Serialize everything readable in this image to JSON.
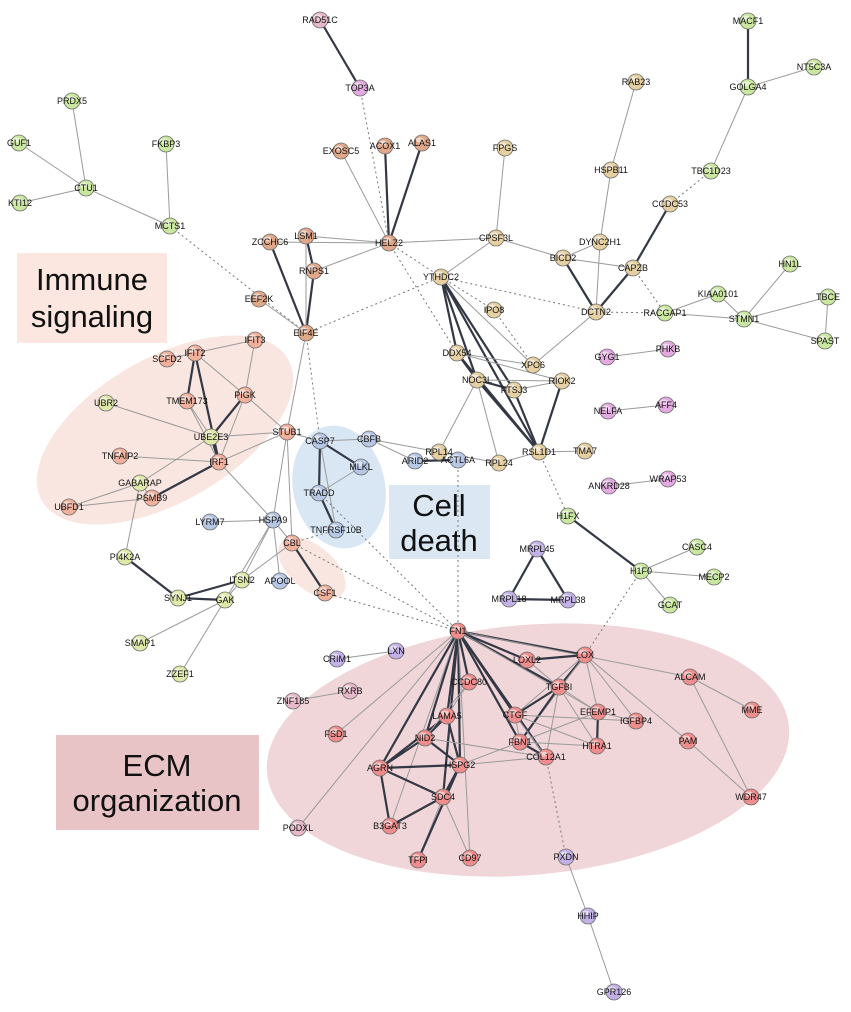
{
  "regions": [
    {
      "id": "immune",
      "label_lines": [
        "Immune",
        "signaling"
      ],
      "label_bg": "#fbe6e0",
      "area_color": "#f7dcd3"
    },
    {
      "id": "celldeath",
      "label_lines": [
        "Cell",
        "death"
      ],
      "label_bg": "#dbe8f4",
      "area_color": "#d2e3f3"
    },
    {
      "id": "ecm",
      "label_lines": [
        "ECM",
        "organization"
      ],
      "label_bg": "#e9c4c6",
      "area_color": "#edcfd2"
    }
  ],
  "colors": {
    "brown": "#e0a889",
    "tan": "#e6cfa0",
    "green": "#c9e79f",
    "lime": "#dfe8a8",
    "pink": "#e7b8c9",
    "magenta": "#e3a9e0",
    "blue": "#b6c7e6",
    "red": "#ef8c8c",
    "purple": "#c2b0e6",
    "salmon": "#f0b09c",
    "edge": "#333844",
    "edge_light": "#9a9a9a"
  },
  "nodes": [
    {
      "id": "RAD51C",
      "c": "pink"
    },
    {
      "id": "TOP3A",
      "c": "magenta"
    },
    {
      "id": "PRDX5",
      "c": "green"
    },
    {
      "id": "GUF1",
      "c": "green"
    },
    {
      "id": "FKBP3",
      "c": "green"
    },
    {
      "id": "CTU1",
      "c": "green"
    },
    {
      "id": "KTI12",
      "c": "green"
    },
    {
      "id": "MCTS1",
      "c": "green"
    },
    {
      "id": "EXOSC5",
      "c": "brown"
    },
    {
      "id": "ACOX1",
      "c": "brown"
    },
    {
      "id": "ALAS1",
      "c": "brown"
    },
    {
      "id": "FPGS",
      "c": "tan"
    },
    {
      "id": "ZCCHC6",
      "c": "brown"
    },
    {
      "id": "LSM1",
      "c": "brown"
    },
    {
      "id": "HELZ2",
      "c": "brown"
    },
    {
      "id": "RNPS1",
      "c": "brown"
    },
    {
      "id": "CPSF3L",
      "c": "tan"
    },
    {
      "id": "EEF2K",
      "c": "brown"
    },
    {
      "id": "EIF4E",
      "c": "brown"
    },
    {
      "id": "YTHDC2",
      "c": "tan"
    },
    {
      "id": "IPO8",
      "c": "tan"
    },
    {
      "id": "MACF1",
      "c": "green"
    },
    {
      "id": "NT5C3A",
      "c": "green"
    },
    {
      "id": "GOLGA4",
      "c": "green"
    },
    {
      "id": "RAB23",
      "c": "tan"
    },
    {
      "id": "TBC1D23",
      "c": "green"
    },
    {
      "id": "HSPB11",
      "c": "tan"
    },
    {
      "id": "CCDC53",
      "c": "tan"
    },
    {
      "id": "DYNC2H1",
      "c": "tan"
    },
    {
      "id": "BICD2",
      "c": "tan"
    },
    {
      "id": "CAPZB",
      "c": "tan"
    },
    {
      "id": "DCTN2",
      "c": "tan"
    },
    {
      "id": "HN1L",
      "c": "green"
    },
    {
      "id": "KIAA0101",
      "c": "green"
    },
    {
      "id": "TBCE",
      "c": "green"
    },
    {
      "id": "RACGAP1",
      "c": "green"
    },
    {
      "id": "STMN1",
      "c": "green"
    },
    {
      "id": "SPAST",
      "c": "green"
    },
    {
      "id": "GYG1",
      "c": "magenta"
    },
    {
      "id": "PHKB",
      "c": "magenta"
    },
    {
      "id": "NELFA",
      "c": "magenta"
    },
    {
      "id": "AFF4",
      "c": "magenta"
    },
    {
      "id": "DDX54",
      "c": "tan"
    },
    {
      "id": "XPO6",
      "c": "tan"
    },
    {
      "id": "NOC3L",
      "c": "tan"
    },
    {
      "id": "FTSJ3",
      "c": "tan"
    },
    {
      "id": "RIOK2",
      "c": "tan"
    },
    {
      "id": "RPL14",
      "c": "tan"
    },
    {
      "id": "RPL24",
      "c": "tan"
    },
    {
      "id": "RSL1D1",
      "c": "tan"
    },
    {
      "id": "TMA7",
      "c": "tan"
    },
    {
      "id": "ACTL6A",
      "c": "blue"
    },
    {
      "id": "ARID2",
      "c": "blue"
    },
    {
      "id": "CBFB",
      "c": "blue"
    },
    {
      "id": "CASP7",
      "c": "blue"
    },
    {
      "id": "MLKL",
      "c": "blue"
    },
    {
      "id": "TRADD",
      "c": "blue"
    },
    {
      "id": "TNFRSF10B",
      "c": "blue"
    },
    {
      "id": "SCFD2",
      "c": "salmon"
    },
    {
      "id": "IFIT2",
      "c": "salmon"
    },
    {
      "id": "IFIT3",
      "c": "salmon"
    },
    {
      "id": "TMEM173",
      "c": "salmon"
    },
    {
      "id": "PIGK",
      "c": "salmon"
    },
    {
      "id": "UBR2",
      "c": "lime"
    },
    {
      "id": "UBE2E3",
      "c": "lime"
    },
    {
      "id": "STUB1",
      "c": "salmon"
    },
    {
      "id": "TNFAIP2",
      "c": "salmon"
    },
    {
      "id": "IRF1",
      "c": "salmon"
    },
    {
      "id": "GABARAP",
      "c": "lime"
    },
    {
      "id": "PSMB9",
      "c": "salmon"
    },
    {
      "id": "UBFD1",
      "c": "salmon"
    },
    {
      "id": "LYRM7",
      "c": "blue"
    },
    {
      "id": "HSPA9",
      "c": "blue"
    },
    {
      "id": "CBL",
      "c": "salmon"
    },
    {
      "id": "PI4K2A",
      "c": "lime"
    },
    {
      "id": "ITSN2",
      "c": "lime"
    },
    {
      "id": "APOOL",
      "c": "blue"
    },
    {
      "id": "SYNJ1",
      "c": "lime"
    },
    {
      "id": "GAK",
      "c": "lime"
    },
    {
      "id": "CSF1",
      "c": "salmon"
    },
    {
      "id": "SMAP1",
      "c": "lime"
    },
    {
      "id": "ZZEF1",
      "c": "lime"
    },
    {
      "id": "ANKRD28",
      "c": "magenta"
    },
    {
      "id": "WRAP53",
      "c": "magenta"
    },
    {
      "id": "H1FX",
      "c": "green"
    },
    {
      "id": "MRPL45",
      "c": "purple"
    },
    {
      "id": "CASC4",
      "c": "green"
    },
    {
      "id": "H1F0",
      "c": "green"
    },
    {
      "id": "MECP2",
      "c": "green"
    },
    {
      "id": "MRPL18",
      "c": "purple"
    },
    {
      "id": "MRPL38",
      "c": "purple"
    },
    {
      "id": "GCAT",
      "c": "green"
    },
    {
      "id": "FN1",
      "c": "red"
    },
    {
      "id": "LOX",
      "c": "red"
    },
    {
      "id": "CRIM1",
      "c": "purple"
    },
    {
      "id": "LXN",
      "c": "purple"
    },
    {
      "id": "LOXL2",
      "c": "red"
    },
    {
      "id": "ALCAM",
      "c": "red"
    },
    {
      "id": "ZNF185",
      "c": "pink"
    },
    {
      "id": "RXRB",
      "c": "pink"
    },
    {
      "id": "CCDC80",
      "c": "red"
    },
    {
      "id": "TGFBI",
      "c": "red"
    },
    {
      "id": "EFEMP1",
      "c": "red"
    },
    {
      "id": "MME",
      "c": "red"
    },
    {
      "id": "FSD1",
      "c": "red"
    },
    {
      "id": "LAMA5",
      "c": "red"
    },
    {
      "id": "CTGF",
      "c": "red"
    },
    {
      "id": "IGFBP4",
      "c": "red"
    },
    {
      "id": "PAM",
      "c": "red"
    },
    {
      "id": "NID2",
      "c": "red"
    },
    {
      "id": "FBN1",
      "c": "red"
    },
    {
      "id": "HTRA1",
      "c": "red"
    },
    {
      "id": "AGRN",
      "c": "red"
    },
    {
      "id": "HSPG2",
      "c": "red"
    },
    {
      "id": "COL12A1",
      "c": "red"
    },
    {
      "id": "SDC4",
      "c": "red"
    },
    {
      "id": "WDR47",
      "c": "red"
    },
    {
      "id": "PODXL",
      "c": "pink"
    },
    {
      "id": "B3GAT3",
      "c": "red"
    },
    {
      "id": "TFPI",
      "c": "red"
    },
    {
      "id": "CD97",
      "c": "red"
    },
    {
      "id": "PXDN",
      "c": "purple"
    },
    {
      "id": "HHIP",
      "c": "purple"
    },
    {
      "id": "GPR126",
      "c": "purple"
    }
  ],
  "edges": [
    [
      "RAD51C",
      "TOP3A",
      2
    ],
    [
      "TOP3A",
      "HELZ2",
      0
    ],
    [
      "PRDX5",
      "CTU1",
      1
    ],
    [
      "GUF1",
      "CTU1",
      1
    ],
    [
      "KTI12",
      "CTU1",
      1
    ],
    [
      "CTU1",
      "MCTS1",
      1
    ],
    [
      "FKBP3",
      "MCTS1",
      1
    ],
    [
      "MCTS1",
      "EIF4E",
      0
    ],
    [
      "EXOSC5",
      "HELZ2",
      1
    ],
    [
      "ACOX1",
      "HELZ2",
      2
    ],
    [
      "ALAS1",
      "HELZ2",
      2
    ],
    [
      "ZCCHC6",
      "HELZ2",
      1
    ],
    [
      "LSM1",
      "HELZ2",
      1
    ],
    [
      "RNPS1",
      "HELZ2",
      1
    ],
    [
      "CPSF3L",
      "HELZ2",
      1
    ],
    [
      "ZCCHC6",
      "EIF4E",
      2
    ],
    [
      "LSM1",
      "RNPS1",
      2
    ],
    [
      "RNPS1",
      "EIF4E",
      2
    ],
    [
      "LSM1",
      "EIF4E",
      1
    ],
    [
      "EEF2K",
      "EIF4E",
      1
    ],
    [
      "HELZ2",
      "YTHDC2",
      0
    ],
    [
      "HELZ2",
      "DDX54",
      0
    ],
    [
      "FPGS",
      "CPSF3L",
      1
    ],
    [
      "CPSF3L",
      "YTHDC2",
      1
    ],
    [
      "CPSF3L",
      "BICD2",
      1
    ],
    [
      "EIF4E",
      "YTHDC2",
      0
    ],
    [
      "EIF4E",
      "CASP7",
      0
    ],
    [
      "EIF4E",
      "STUB1",
      1
    ],
    [
      "YTHDC2",
      "IPO8",
      0
    ],
    [
      "YTHDC2",
      "DDX54",
      2
    ],
    [
      "YTHDC2",
      "NOC3L",
      2
    ],
    [
      "YTHDC2",
      "FTSJ3",
      2
    ],
    [
      "YTHDC2",
      "RSL1D1",
      2
    ],
    [
      "YTHDC2",
      "XPO6",
      1
    ],
    [
      "YTHDC2",
      "DCTN2",
      0
    ],
    [
      "IPO8",
      "XPO6",
      0
    ],
    [
      "XPO6",
      "DCTN2",
      1
    ],
    [
      "DDX54",
      "XPO6",
      1
    ],
    [
      "DDX54",
      "NOC3L",
      2
    ],
    [
      "DDX54",
      "RIOK2",
      1
    ],
    [
      "NOC3L",
      "FTSJ3",
      2
    ],
    [
      "NOC3L",
      "RIOK2",
      1
    ],
    [
      "FTSJ3",
      "RIOK2",
      1
    ],
    [
      "NOC3L",
      "RPL14",
      1
    ],
    [
      "NOC3L",
      "RPL24",
      1
    ],
    [
      "NOC3L",
      "RSL1D1",
      2
    ],
    [
      "FTSJ3",
      "RSL1D1",
      2
    ],
    [
      "RIOK2",
      "RSL1D1",
      2
    ],
    [
      "DDX54",
      "RSL1D1",
      2
    ],
    [
      "RPL14",
      "RPL24",
      1
    ],
    [
      "RPL24",
      "RSL1D1",
      1
    ],
    [
      "RSL1D1",
      "TMA7",
      1
    ],
    [
      "RSL1D1",
      "H1FX",
      0
    ],
    [
      "MACF1",
      "GOLGA4",
      2
    ],
    [
      "GOLGA4",
      "NT5C3A",
      1
    ],
    [
      "GOLGA4",
      "TBC1D23",
      1
    ],
    [
      "TBC1D23",
      "CCDC53",
      0
    ],
    [
      "RAB23",
      "HSPB11",
      1
    ],
    [
      "HSPB11",
      "DYNC2H1",
      1
    ],
    [
      "DYNC2H1",
      "BICD2",
      1
    ],
    [
      "DYNC2H1",
      "DCTN2",
      1
    ],
    [
      "CCDC53",
      "CAPZB",
      2
    ],
    [
      "BICD2",
      "CAPZB",
      1
    ],
    [
      "BICD2",
      "DCTN2",
      2
    ],
    [
      "CAPZB",
      "DCTN2",
      2
    ],
    [
      "CAPZB",
      "RACGAP1",
      0
    ],
    [
      "DCTN2",
      "RACGAP1",
      0
    ],
    [
      "KIAA0101",
      "RACGAP1",
      1
    ],
    [
      "RACGAP1",
      "STMN1",
      1
    ],
    [
      "HN1L",
      "STMN1",
      1
    ],
    [
      "TBCE",
      "STMN1",
      1
    ],
    [
      "SPAST",
      "STMN1",
      1
    ],
    [
      "TBCE",
      "SPAST",
      1
    ],
    [
      "KIAA0101",
      "STMN1",
      1
    ],
    [
      "GYG1",
      "PHKB",
      1
    ],
    [
      "NELFA",
      "AFF4",
      1
    ],
    [
      "ANKRD28",
      "WRAP53",
      1
    ],
    [
      "CASP7",
      "MLKL",
      2
    ],
    [
      "CASP7",
      "TRADD",
      2
    ],
    [
      "TRADD",
      "TNFRSF10B",
      2
    ],
    [
      "MLKL",
      "TRADD",
      1
    ],
    [
      "CASP7",
      "TNFRSF10B",
      1
    ],
    [
      "CBFB",
      "CASP7",
      1
    ],
    [
      "CBFB",
      "RPL14",
      1
    ],
    [
      "CBFB",
      "ARID2",
      1
    ],
    [
      "ARID2",
      "ACTL6A",
      2
    ],
    [
      "CASP7",
      "STUB1",
      1
    ],
    [
      "SCFD2",
      "IFIT2",
      1
    ],
    [
      "IFIT2",
      "IFIT3",
      1
    ],
    [
      "IFIT2",
      "TMEM173",
      2
    ],
    [
      "IFIT2",
      "PIGK",
      1
    ],
    [
      "IFIT3",
      "PIGK",
      1
    ],
    [
      "TMEM173",
      "UBE2E3",
      1
    ],
    [
      "PIGK",
      "UBE2E3",
      2
    ],
    [
      "PIGK",
      "STUB1",
      1
    ],
    [
      "UBR2",
      "UBE2E3",
      1
    ],
    [
      "UBE2E3",
      "STUB1",
      1
    ],
    [
      "UBE2E3",
      "IRF1",
      2
    ],
    [
      "UBE2E3",
      "GABARAP",
      1
    ],
    [
      "IFIT2",
      "IRF1",
      2
    ],
    [
      "TMEM173",
      "IRF1",
      1
    ],
    [
      "PIGK",
      "IRF1",
      1
    ],
    [
      "STUB1",
      "IRF1",
      1
    ],
    [
      "TNFAIP2",
      "IRF1",
      1
    ],
    [
      "GABARAP",
      "PSMB9",
      1
    ],
    [
      "IRF1",
      "PSMB9",
      2
    ],
    [
      "PSMB9",
      "UBFD1",
      1
    ],
    [
      "GABARAP",
      "UBFD1",
      1
    ],
    [
      "IRF1",
      "HSPA9",
      1
    ],
    [
      "STUB1",
      "HSPA9",
      1
    ],
    [
      "STUB1",
      "CBL",
      1
    ],
    [
      "HSPA9",
      "LYRM7",
      1
    ],
    [
      "HSPA9",
      "APOOL",
      1
    ],
    [
      "HSPA9",
      "ITSN2",
      1
    ],
    [
      "HSPA9",
      "GAK",
      1
    ],
    [
      "HSPA9",
      "CBL",
      1
    ],
    [
      "CBL",
      "ITSN2",
      1
    ],
    [
      "CBL",
      "CSF1",
      2
    ],
    [
      "CBL",
      "FN1",
      0
    ],
    [
      "CBL",
      "TNFRSF10B",
      0
    ],
    [
      "GABARAP",
      "PI4K2A",
      1
    ],
    [
      "PI4K2A",
      "SYNJ1",
      2
    ],
    [
      "SYNJ1",
      "ITSN2",
      2
    ],
    [
      "SYNJ1",
      "GAK",
      2
    ],
    [
      "ITSN2",
      "GAK",
      1
    ],
    [
      "GAK",
      "SMAP1",
      1
    ],
    [
      "GAK",
      "ZZEF1",
      1
    ],
    [
      "CSF1",
      "FN1",
      0
    ],
    [
      "TRADD",
      "FN1",
      0
    ],
    [
      "ACTL6A",
      "FN1",
      0
    ],
    [
      "MRPL45",
      "MRPL18",
      2
    ],
    [
      "MRPL45",
      "MRPL38",
      2
    ],
    [
      "MRPL18",
      "MRPL38",
      2
    ],
    [
      "H1FX",
      "H1F0",
      2
    ],
    [
      "H1F0",
      "CASC4",
      1
    ],
    [
      "H1F0",
      "MECP2",
      1
    ],
    [
      "H1F0",
      "GCAT",
      1
    ],
    [
      "H1F0",
      "LOX",
      0
    ],
    [
      "FN1",
      "LOXL2",
      2
    ],
    [
      "FN1",
      "LOX",
      2
    ],
    [
      "FN1",
      "CCDC80",
      2
    ],
    [
      "FN1",
      "TGFBI",
      2
    ],
    [
      "FN1",
      "LAMA5",
      2
    ],
    [
      "FN1",
      "CTGF",
      2
    ],
    [
      "FN1",
      "NID2",
      2
    ],
    [
      "FN1",
      "FBN1",
      2
    ],
    [
      "FN1",
      "AGRN",
      2
    ],
    [
      "FN1",
      "HSPG2",
      2
    ],
    [
      "FN1",
      "SDC4",
      2
    ],
    [
      "FN1",
      "COL12A1",
      2
    ],
    [
      "FN1",
      "B3GAT3",
      1
    ],
    [
      "FN1",
      "PODXL",
      1
    ],
    [
      "FN1",
      "FSD1",
      1
    ],
    [
      "FN1",
      "ALCAM",
      1
    ],
    [
      "FN1",
      "EFEMP1",
      1
    ],
    [
      "LOX",
      "LOXL2",
      2
    ],
    [
      "LOX",
      "TGFBI",
      2
    ],
    [
      "LOX",
      "EFEMP1",
      1
    ],
    [
      "LOX",
      "CTGF",
      1
    ],
    [
      "LOX",
      "FBN1",
      1
    ],
    [
      "LOX",
      "IGFBP4",
      1
    ],
    [
      "LOX",
      "PAM",
      1
    ],
    [
      "LOXL2",
      "TGFBI",
      1
    ],
    [
      "TGFBI",
      "CTGF",
      2
    ],
    [
      "TGFBI",
      "FBN1",
      2
    ],
    [
      "TGFBI",
      "COL12A1",
      1
    ],
    [
      "TGFBI",
      "EFEMP1",
      1
    ],
    [
      "TGFBI",
      "HTRA1",
      1
    ],
    [
      "EFEMP1",
      "FBN1",
      1
    ],
    [
      "EFEMP1",
      "HTRA1",
      2
    ],
    [
      "EFEMP1",
      "IGFBP4",
      1
    ],
    [
      "CTGF",
      "FBN1",
      1
    ],
    [
      "CTGF",
      "HTRA1",
      1
    ],
    [
      "CTGF",
      "IGFBP4",
      1
    ],
    [
      "CTGF",
      "COL12A1",
      1
    ],
    [
      "FBN1",
      "COL12A1",
      2
    ],
    [
      "FBN1",
      "HTRA1",
      1
    ],
    [
      "FBN1",
      "HSPG2",
      1
    ],
    [
      "LAMA5",
      "NID2",
      2
    ],
    [
      "LAMA5",
      "HSPG2",
      2
    ],
    [
      "LAMA5",
      "AGRN",
      2
    ],
    [
      "NID2",
      "HSPG2",
      2
    ],
    [
      "NID2",
      "AGRN",
      2
    ],
    [
      "AGRN",
      "HSPG2",
      2
    ],
    [
      "AGRN",
      "SDC4",
      2
    ],
    [
      "HSPG2",
      "SDC4",
      2
    ],
    [
      "AGRN",
      "B3GAT3",
      2
    ],
    [
      "SDC4",
      "B3GAT3",
      2
    ],
    [
      "SDC4",
      "TFPI",
      1
    ],
    [
      "SDC4",
      "CD97",
      1
    ],
    [
      "HSPG2",
      "TFPI",
      2
    ],
    [
      "HSPG2",
      "COL12A1",
      1
    ],
    [
      "NID2",
      "COL12A1",
      1
    ],
    [
      "CCDC80",
      "LAMA5",
      1
    ],
    [
      "CCDC80",
      "NID2",
      1
    ],
    [
      "FN1",
      "CD97",
      1
    ],
    [
      "ALCAM",
      "MME",
      1
    ],
    [
      "PAM",
      "WDR47",
      1
    ],
    [
      "ALCAM",
      "WDR47",
      1
    ],
    [
      "CRIM1",
      "LXN",
      1
    ],
    [
      "ZNF185",
      "RXRB",
      1
    ],
    [
      "COL12A1",
      "PXDN",
      0
    ],
    [
      "PXDN",
      "HHIP",
      1
    ],
    [
      "HHIP",
      "GPR126",
      1
    ]
  ]
}
